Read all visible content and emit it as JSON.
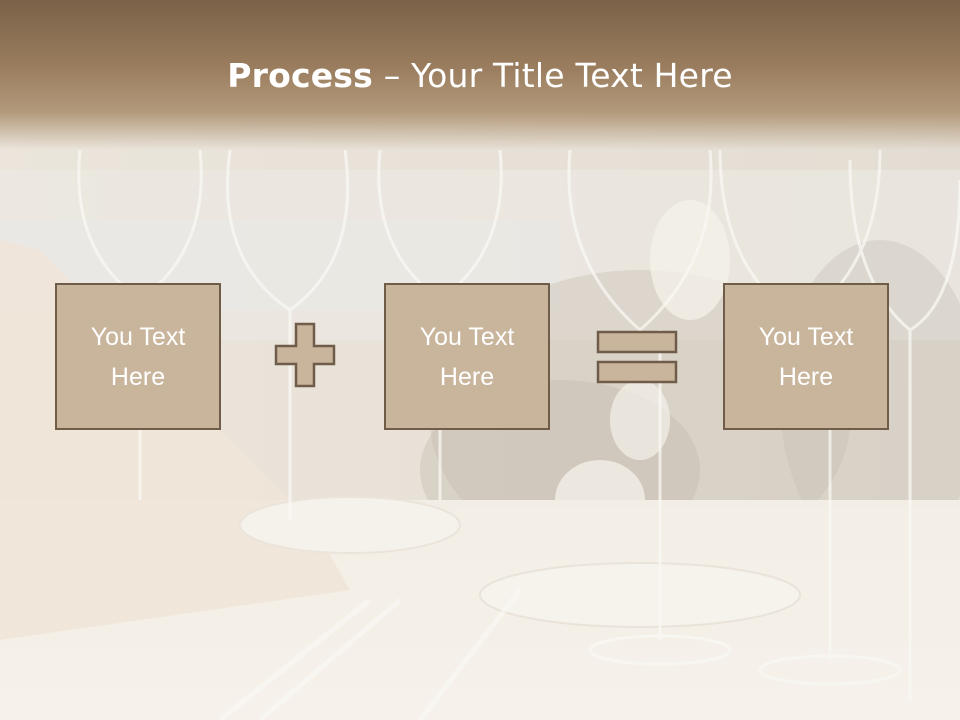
{
  "slide": {
    "title_bold": "Process",
    "title_separator": " – ",
    "title_rest": "Your Title Text Here",
    "boxes": [
      {
        "text": "You Text Here"
      },
      {
        "text": "You Text Here"
      },
      {
        "text": "You Text Here"
      }
    ],
    "operators": [
      "plus-icon",
      "equals-icon"
    ]
  },
  "colors": {
    "header_brown": "#8c7155",
    "box_fill": "#c8b59c",
    "box_border": "#6f5d4a",
    "text": "#ffffff"
  }
}
